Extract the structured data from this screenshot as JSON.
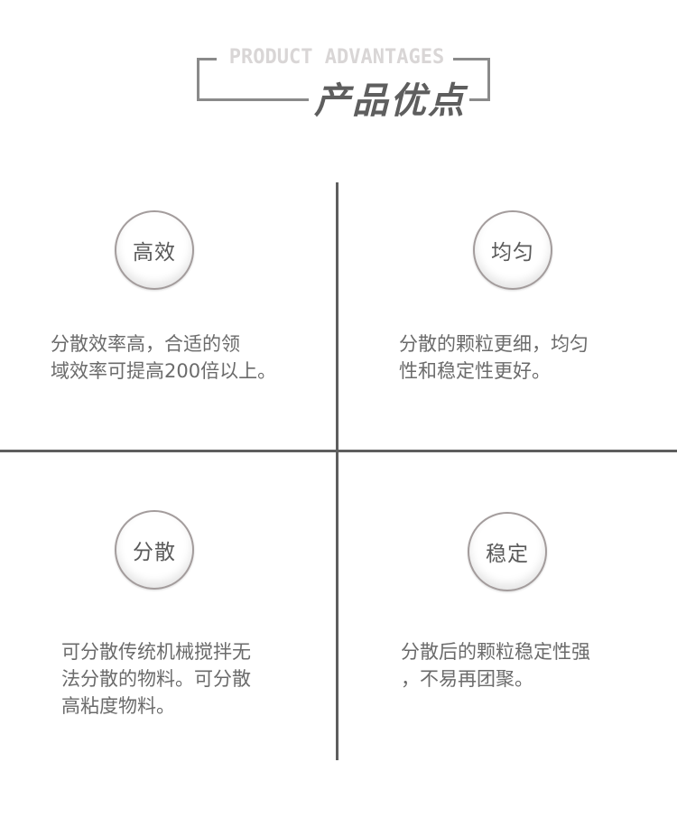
{
  "header": {
    "en_title": "PRODUCT ADVANTAGES",
    "cn_title": "产品优点"
  },
  "advantages": [
    {
      "title": "高效",
      "description": "分散效率高，合适的领\n域效率可提高200倍以上。"
    },
    {
      "title": "均匀",
      "description": "分散的颗粒更细，均匀\n性和稳定性更好。"
    },
    {
      "title": "分散",
      "description": "可分散传统机械搅拌无\n法分散的物料。可分散\n高粘度物料。"
    },
    {
      "title": "稳定",
      "description": "分散后的颗粒稳定性强\n，不易再团聚。"
    }
  ],
  "colors": {
    "divider": "#5e5e5e",
    "title_text": "#5e5e5e",
    "en_title_text": "#d9d6d6",
    "body_text": "#6b6b6b",
    "circle_border": "#a39c9c"
  }
}
